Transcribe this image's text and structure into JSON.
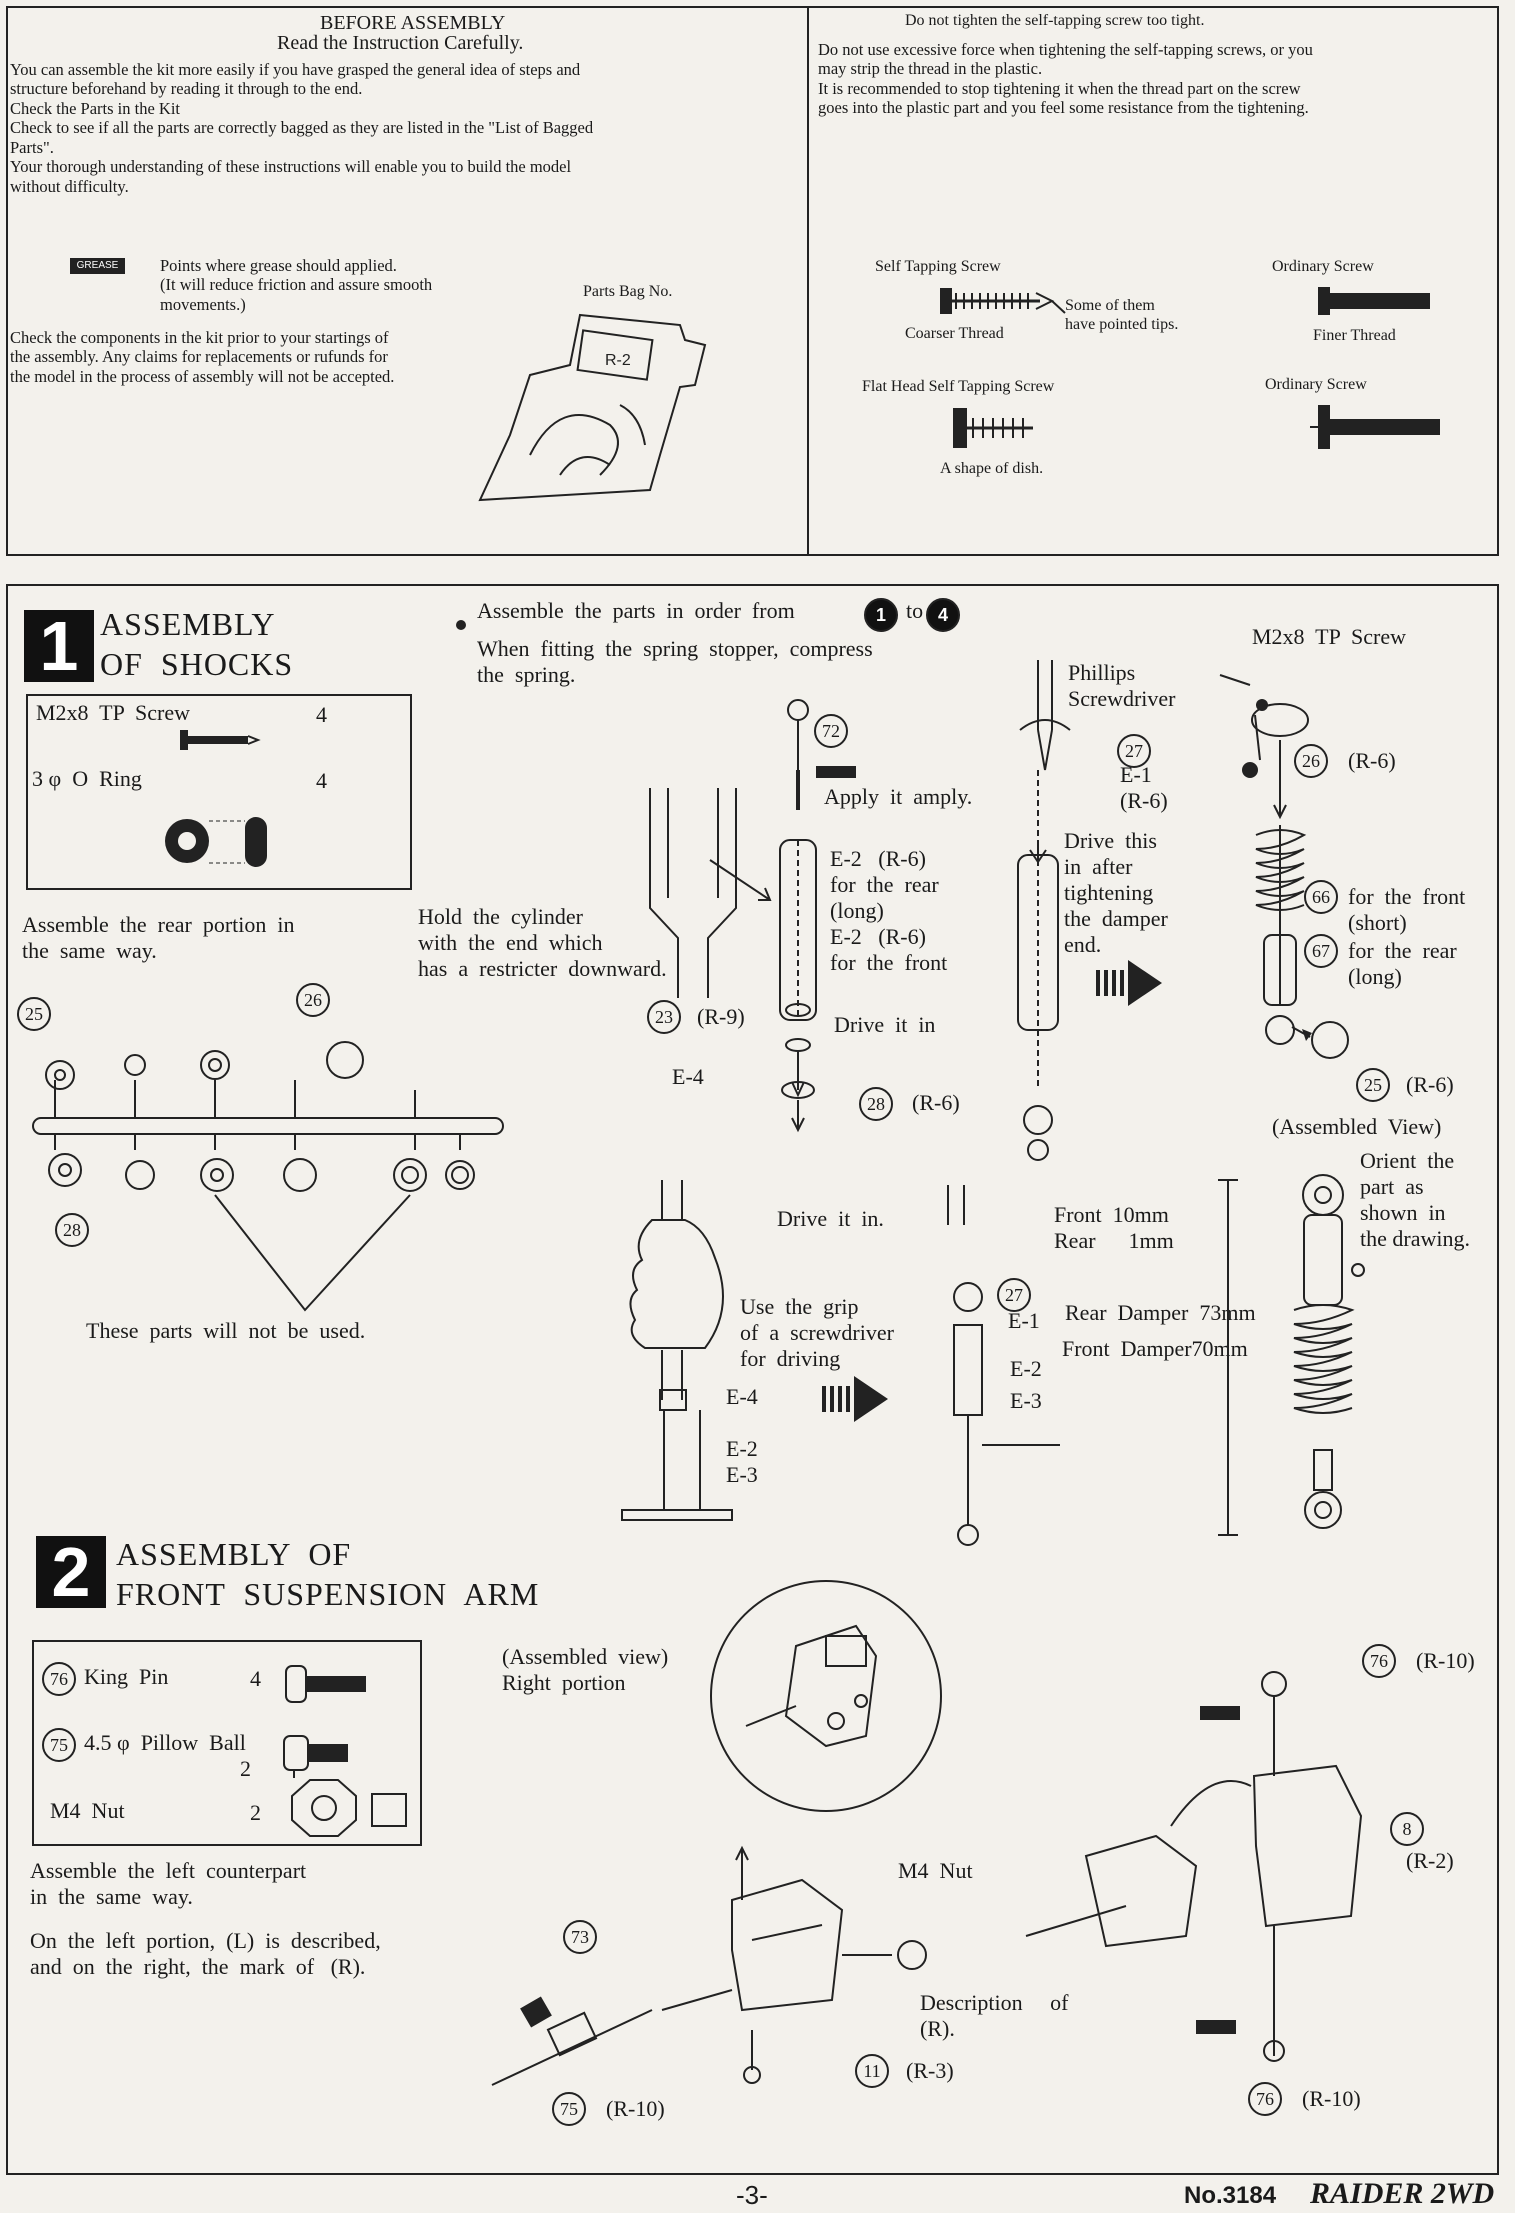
{
  "before": {
    "title": "BEFORE ASSEMBLY",
    "subtitle": "Read the Instruction Carefully.",
    "intro": "You can assemble the kit more easily if you have grasped the general idea of steps and\nstructure beforehand by reading it through to the end.\nCheck the Parts in the Kit\nCheck to see if all the parts are correctly bagged as they are listed in the \"List of Bagged\nParts\".\nYour thorough understanding of these instructions will enable you to build the model\nwithout difficulty.",
    "grease_icon": "GREASE",
    "grease_note": "Points where grease should applied.\n(It will reduce friction and assure smooth\nmovements.)",
    "parts_bag_label": "Parts Bag No.",
    "bag_tag": "R-2",
    "check_note": "Check the components in the kit prior to your startings of\nthe assembly. Any claims for replacements or rufunds for\nthe model in the process of assembly will not be accepted."
  },
  "screws_note": {
    "line1": "Do not tighten the self-tapping screw too tight.",
    "body": "Do not use excessive force when tightening the self-tapping screws, or you\nmay strip the thread in the plastic.\nIt is recommended to stop tightening it when the thread part on the screw\ngoes into the plastic part and you feel some resistance from the tightening.",
    "self_tapping": "Self Tapping Screw",
    "coarser": "Coarser Thread",
    "pointed": "Some of them\nhave pointed tips.",
    "ordinary1": "Ordinary Screw",
    "finer": "Finer Thread",
    "flat_head": "Flat Head Self Tapping Screw",
    "dish": "A shape of dish.",
    "ordinary2": "Ordinary Screw"
  },
  "step1": {
    "number": "1",
    "title": "ASSEMBLY\nOF  SHOCKS",
    "parts": [
      {
        "name": "M2x8  TP  Screw",
        "qty": "4"
      },
      {
        "name": "3 φ  O  Ring",
        "qty": "4"
      }
    ],
    "rear_note": "Assemble  the  rear  portion  in\nthe  same  way.",
    "unused": "These  parts  will  not  be  used.",
    "order_prefix": "Assemble  the  parts  in  order  from",
    "order_to": "to",
    "order_from_num": "1",
    "order_to_num": "4",
    "compress": "When  fitting  the  spring  stopper,  compress\nthe  spring.",
    "hold": "Hold  the  cylinder\nwith  the  end  which\nhas  a  restricter  downward.",
    "apply": "Apply  it  amply.",
    "e2_rear": "E-2   (R-6)\nfor  the  rear\n(long)\nE-2   (R-6)\nfor  the  front",
    "drive_in": "Drive  it  in",
    "e4": "E-4",
    "r9": "(R-9)",
    "phillips": "Phillips\nScrewdriver",
    "e1_r6": "E-1\n(R-6)",
    "drive_this": "Drive  this\nin  after\ntightening\nthe  damper\nend.",
    "r6": "(R-6)",
    "m2x8": "M2x8  TP  Screw",
    "front_short": "for  the  front\n(short)",
    "rear_long": "for  the  rear\n(long)",
    "assembled_view": "(Assembled  View)",
    "orient": "Orient  the\npart  as\nshown  in\nthe drawing.",
    "front_rear_mm": "Front  10mm\nRear      1mm",
    "rear_damper": "Rear  Damper  73mm",
    "front_damper": "Front  Damper70mm",
    "drive_it_in2": "Drive  it  in.",
    "use_grip": "Use  the  grip\nof  a  screwdriver\nfor  driving",
    "e4b": "E-4",
    "e2e3": "E-2\nE-3",
    "e1": "E-1",
    "e2": "E-2",
    "e3": "E-3",
    "circles": [
      "72",
      "27",
      "26",
      "23",
      "28",
      "66",
      "67",
      "25",
      "25",
      "26",
      "28",
      "27"
    ]
  },
  "step2": {
    "number": "2",
    "title": "ASSEMBLY  OF\nFRONT  SUSPENSION  ARM",
    "parts": [
      {
        "num": "76",
        "name": "King  Pin",
        "qty": "4"
      },
      {
        "num": "75",
        "name": "4.5 φ  Pillow  Ball",
        "qty": "2"
      },
      {
        "num": "",
        "name": "M4  Nut",
        "qty": "2"
      }
    ],
    "left_note": "Assemble  the  left  counterpart\nin  the  same  way.",
    "lr_note": "On  the  left  portion,  (L)  is  described,\nand  on  the  right,  the  mark  of   (R).",
    "assembled": "(Assembled  view)\nRight  portion",
    "m4nut": "M4  Nut",
    "description": "Description     of\n(R).",
    "r3": "(R-3)",
    "r10": "(R-10)",
    "r2": "(R-2)",
    "circles": [
      "73",
      "75",
      "11",
      "76",
      "8",
      "76"
    ]
  },
  "footer": {
    "page": "-3-",
    "model_no": "No.3184",
    "model_name": "RAIDER 2WD"
  }
}
